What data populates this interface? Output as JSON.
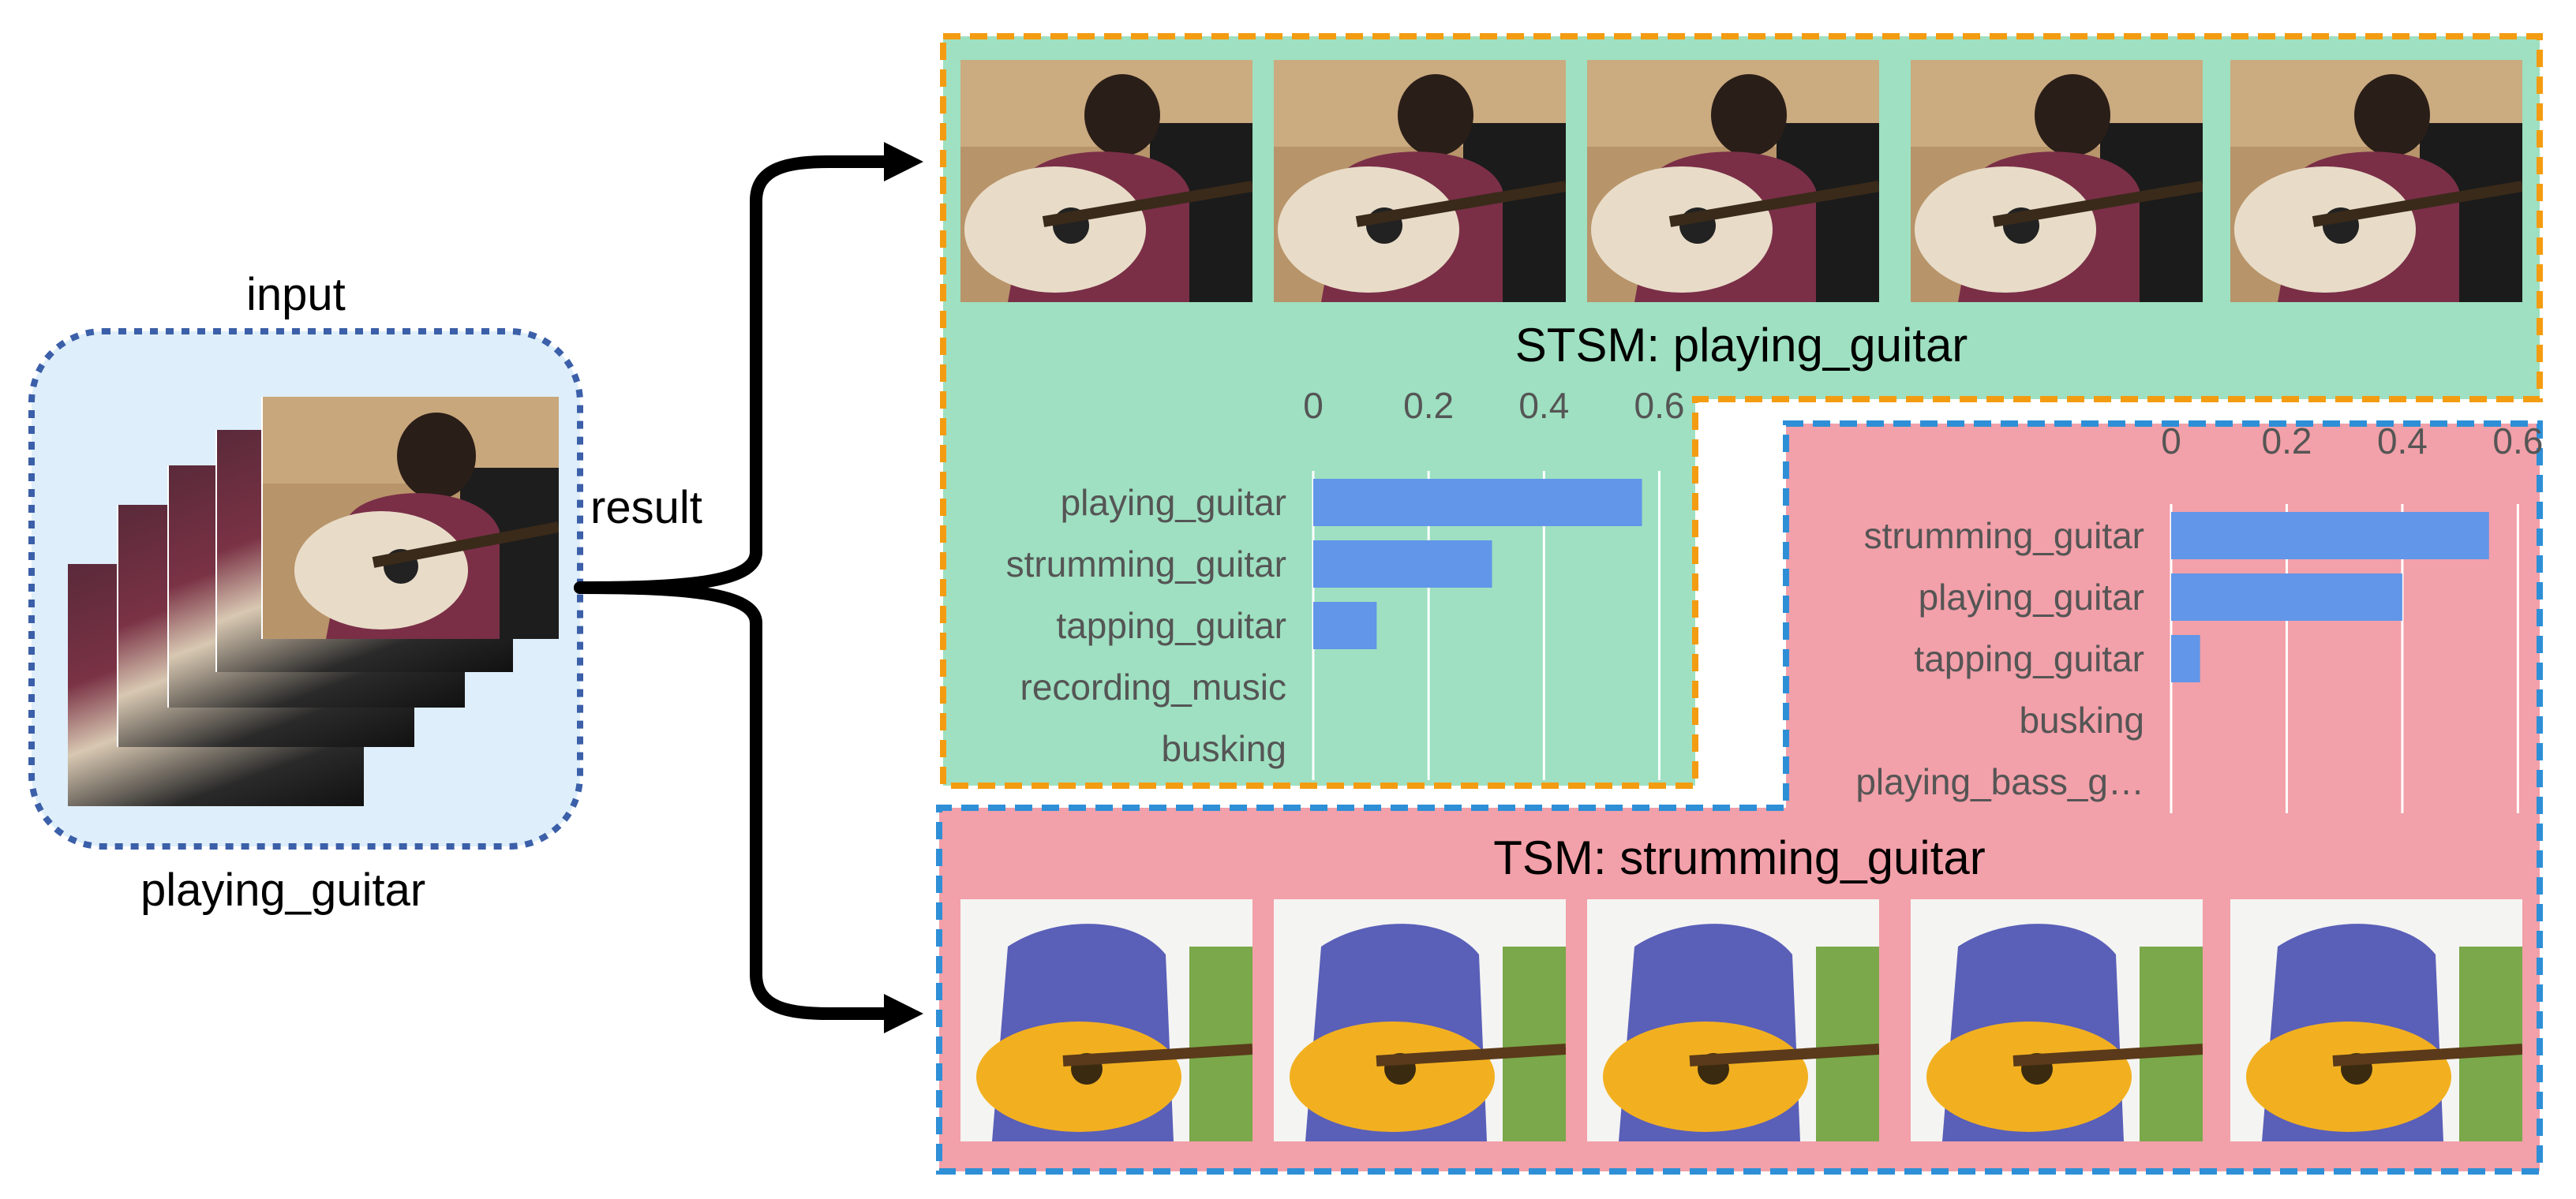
{
  "labels": {
    "input": "input",
    "input_class": "playing_guitar",
    "result": "result",
    "stsm_title": "STSM: playing_guitar",
    "tsm_title": "TSM: strumming_guitar"
  },
  "colors": {
    "input_box_fill": "#deeefa",
    "input_box_border": "#3b5fa8",
    "stsm_fill": "#9ee0c1",
    "stsm_border": "#f39c12",
    "tsm_fill": "#f2a0a9",
    "tsm_border": "#2e8fd6",
    "bar": "#6196e8",
    "tick_text": "#555555",
    "grid": "#ffffff"
  },
  "chart_data": [
    {
      "type": "bar",
      "orientation": "horizontal",
      "categories": [
        "playing_guitar",
        "strumming_guitar",
        "tapping_guitar",
        "recording_music",
        "busking"
      ],
      "values": [
        0.57,
        0.31,
        0.11,
        0.0,
        0.0
      ],
      "xticks": [
        "0",
        "0.2",
        "0.4",
        "0.6"
      ],
      "xlim": [
        0,
        0.65
      ],
      "grid": true
    },
    {
      "type": "bar",
      "orientation": "horizontal",
      "categories": [
        "strumming_guitar",
        "playing_guitar",
        "tapping_guitar",
        "busking",
        "playing_bass_g…"
      ],
      "values": [
        0.55,
        0.4,
        0.05,
        0.0,
        0.0
      ],
      "xticks": [
        "0",
        "0.2",
        "0.4",
        "0.6"
      ],
      "xlim": [
        0,
        0.65
      ],
      "grid": true
    }
  ]
}
